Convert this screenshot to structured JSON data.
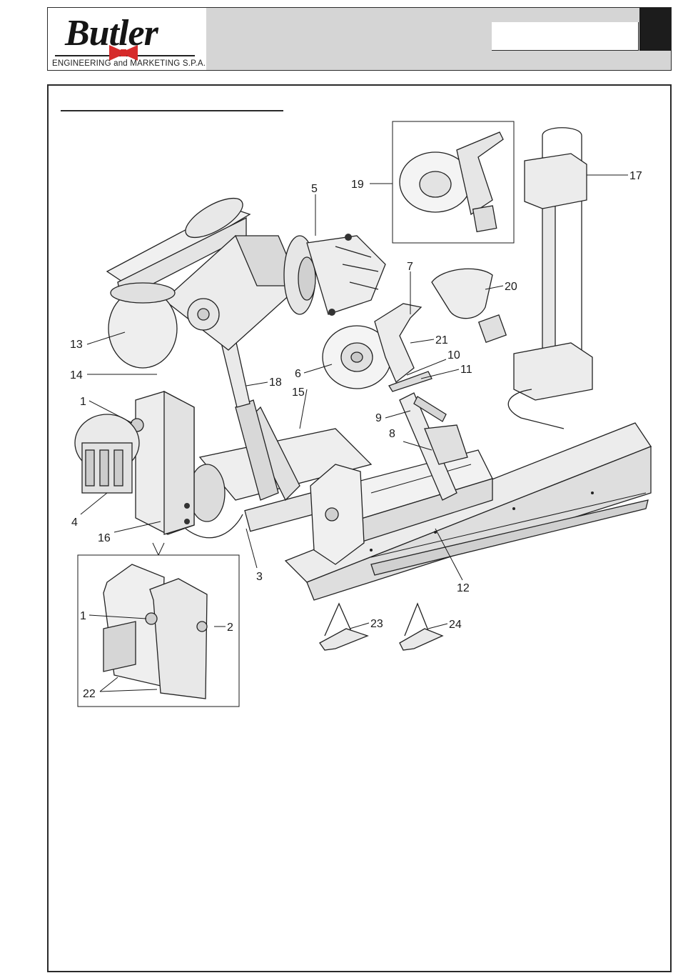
{
  "header": {
    "brand": "Butler",
    "company": "ENGINEERING and MARKETING S.P.A."
  },
  "callouts": {
    "c1": "1",
    "c2": "2",
    "c3": "3",
    "c4": "4",
    "c5": "5",
    "c6": "6",
    "c7": "7",
    "c8": "8",
    "c9": "9",
    "c10": "10",
    "c11": "11",
    "c12": "12",
    "c13": "13",
    "c14": "14",
    "c15": "15",
    "c16": "16",
    "c17": "17",
    "c18": "18",
    "c19": "19",
    "c20": "20",
    "c21": "21",
    "c22": "22",
    "c23": "23",
    "c24": "24",
    "c1b": "1"
  },
  "colors": {
    "line": "#1a1a1a",
    "header_fill": "#d5d5d5",
    "logo_accent": "#d62b2b",
    "part_fill": "#e9e9e9"
  }
}
